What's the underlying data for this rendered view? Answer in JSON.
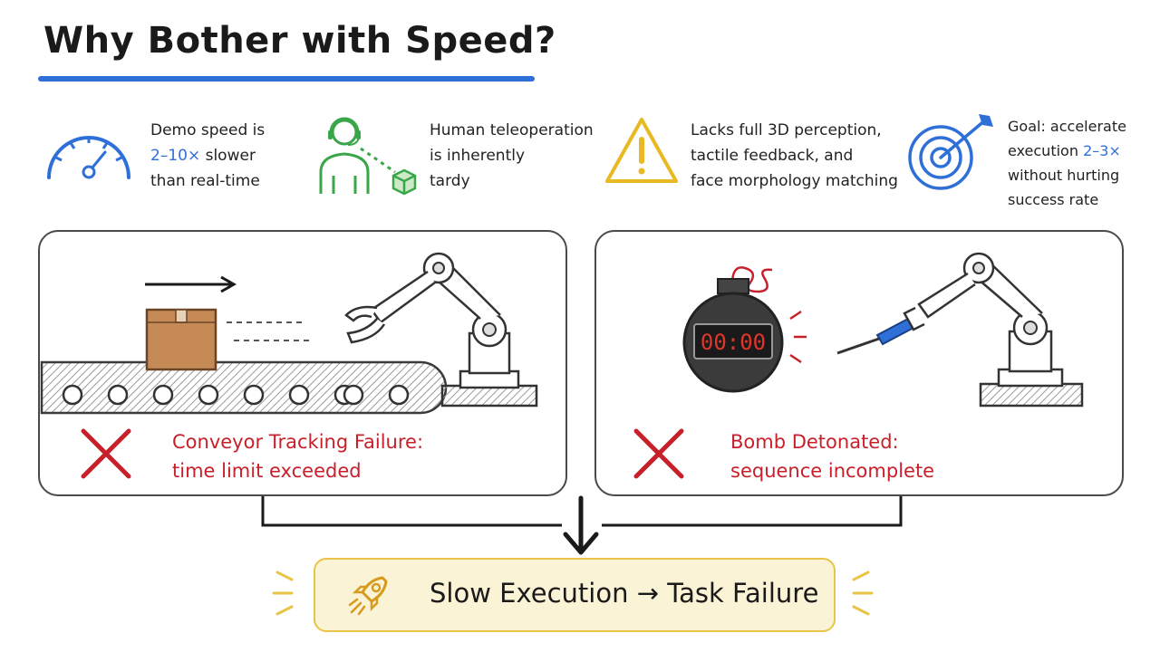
{
  "title": "Why Bother with Speed?",
  "points": [
    {
      "icon": "speedometer-icon",
      "line1": "Demo speed is",
      "highlight": "2–10×",
      "line2_rest": " slower",
      "line3": "than real-time"
    },
    {
      "icon": "teleoperator-icon",
      "line1": "Human teleoperation",
      "line2": "is inherently",
      "line3": "tardy"
    },
    {
      "icon": "warning-icon",
      "line1": "Lacks full 3D perception,",
      "line2": "tactile feedback, and",
      "line3": "face morphology matching"
    },
    {
      "icon": "target-icon",
      "line1": "Goal: accelerate",
      "line2_pre": "execution ",
      "highlight": "2–3×",
      "line3": "without hurting",
      "line4": "success rate"
    }
  ],
  "panels": {
    "left": {
      "fail_line1": "Conveyor Tracking Failure:",
      "fail_line2": "time limit exceeded"
    },
    "right": {
      "timer": "00:00",
      "fail_line1": "Bomb Detonated:",
      "fail_line2": "sequence incomplete"
    }
  },
  "conclusion": "Slow Execution → Task Failure",
  "colors": {
    "accent_blue": "#2f6fd8",
    "failure_red": "#c8202a",
    "green": "#3aa64a",
    "warning_yellow": "#e8b923"
  }
}
